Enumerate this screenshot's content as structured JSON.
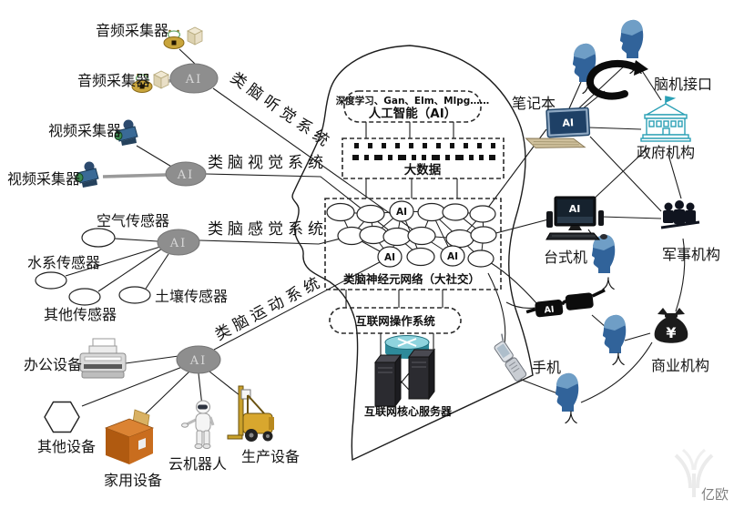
{
  "left": {
    "audio_collector": "音频采集器",
    "video_collector": "视频采集器",
    "air_sensor": "空气传感器",
    "water_sensor": "水系传感器",
    "other_sensor": "其他传感器",
    "soil_sensor": "土壤传感器",
    "office_equipment": "办公设备",
    "other_equipment": "其他设备",
    "home_equipment": "家用设备",
    "cloud_robot": "云机器人",
    "production_equipment": "生产设备"
  },
  "systems": {
    "auditory": "类脑听觉系统",
    "visual": "类脑视觉系统",
    "sensory": "类脑感觉系统",
    "motor": "类脑运动系统"
  },
  "hub_label": "AI",
  "brain": {
    "methods": "深度学习、Gan、Elm、Mlpg……",
    "ai_title": "人工智能（AI）",
    "big_data": "大数据",
    "neuron_network": "类脑神经元网络（大社交）",
    "internet_os": "互联网操作系统",
    "core_server": "互联网核心服务器",
    "node_label": "AI"
  },
  "right": {
    "laptop": "笔记本",
    "person": "人",
    "brain_interface": "脑机接口",
    "government": "政府机构",
    "desktop": "台式机",
    "military": "军事机构",
    "phone": "手机",
    "commercial": "商业机构",
    "device_ai": "AI",
    "currency": "¥"
  },
  "watermark": "亿欧",
  "colors": {
    "line": "#1c1c1c",
    "hub_fill": "#8e8e8e",
    "person_blue": "#31639a",
    "teal": "#2aa0b5",
    "orange": "#c96a1e",
    "gold": "#c9a53c"
  }
}
